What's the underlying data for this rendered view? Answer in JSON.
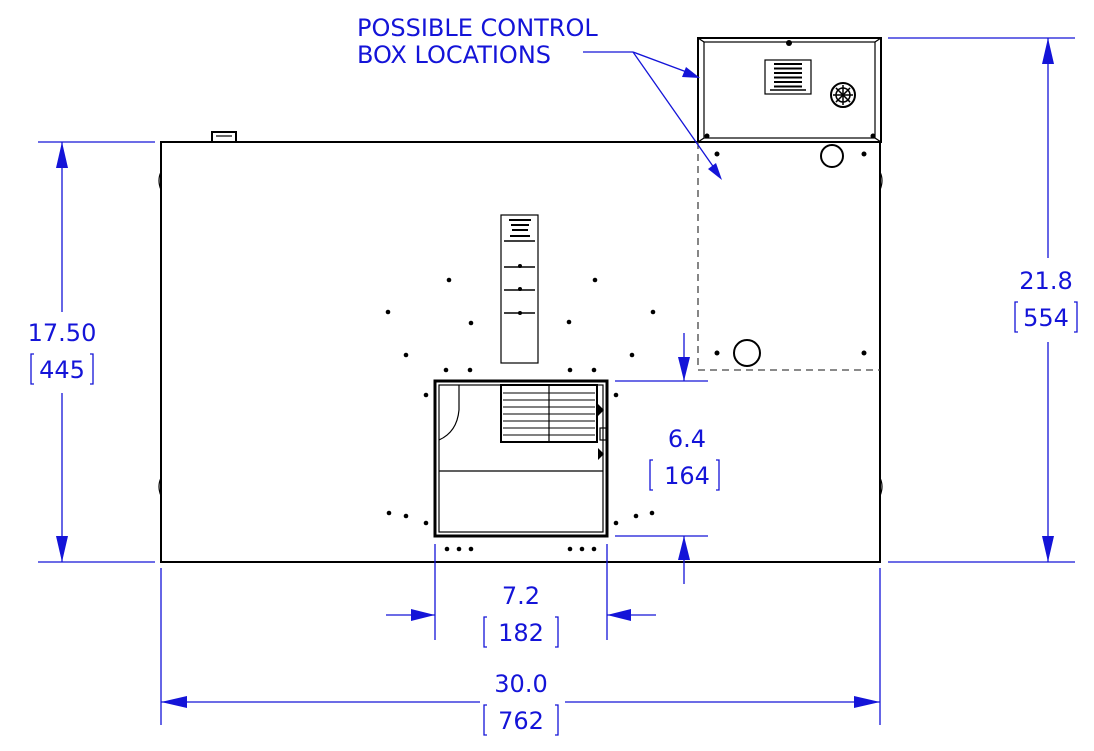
{
  "annotation": {
    "line1": "POSSIBLE CONTROL",
    "line2": "BOX LOCATIONS"
  },
  "dimensions": {
    "height_in": "17.50",
    "height_mm": "445",
    "overall_height_in": "21.8",
    "overall_height_mm": "554",
    "opening_height_in": "6.4",
    "opening_height_mm": "164",
    "opening_width_in": "7.2",
    "opening_width_mm": "182",
    "width_in": "30.0",
    "width_mm": "762"
  },
  "colors": {
    "dimension": "#1414d8",
    "object": "#000000",
    "hidden_line": "#444444"
  }
}
